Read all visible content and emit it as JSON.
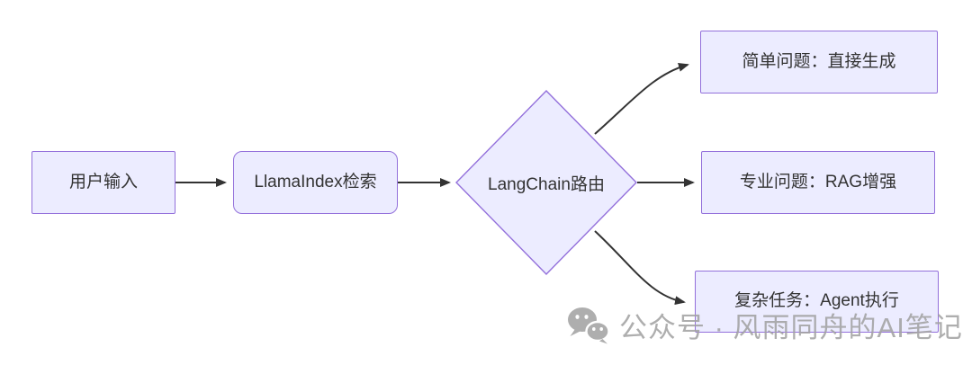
{
  "diagram": {
    "type": "flowchart",
    "direction": "left-to-right",
    "nodes": {
      "user_input": {
        "label": "用户输入",
        "shape": "rect"
      },
      "llamaindex": {
        "label": "LlamaIndex检索",
        "shape": "rounded-rect"
      },
      "langchain": {
        "label": "LangChain路由",
        "shape": "diamond"
      },
      "simple": {
        "label": "简单问题：直接生成",
        "shape": "rect"
      },
      "professional": {
        "label": "专业问题：RAG增强",
        "shape": "rect"
      },
      "complex": {
        "label": "复杂任务：Agent执行",
        "shape": "rect"
      }
    },
    "edges": [
      {
        "from": "user_input",
        "to": "llamaindex"
      },
      {
        "from": "llamaindex",
        "to": "langchain"
      },
      {
        "from": "langchain",
        "to": "simple"
      },
      {
        "from": "langchain",
        "to": "professional"
      },
      {
        "from": "langchain",
        "to": "complex"
      }
    ],
    "colors": {
      "node_fill": "#ECECFF",
      "node_border": "#9370DB",
      "arrow": "#333333",
      "text": "#333333",
      "watermark": "#A3A3A3",
      "background": "#FFFFFF"
    }
  },
  "watermark": {
    "icon": "wechat-icon",
    "text": "公众号 · 风雨同舟的AI笔记"
  }
}
